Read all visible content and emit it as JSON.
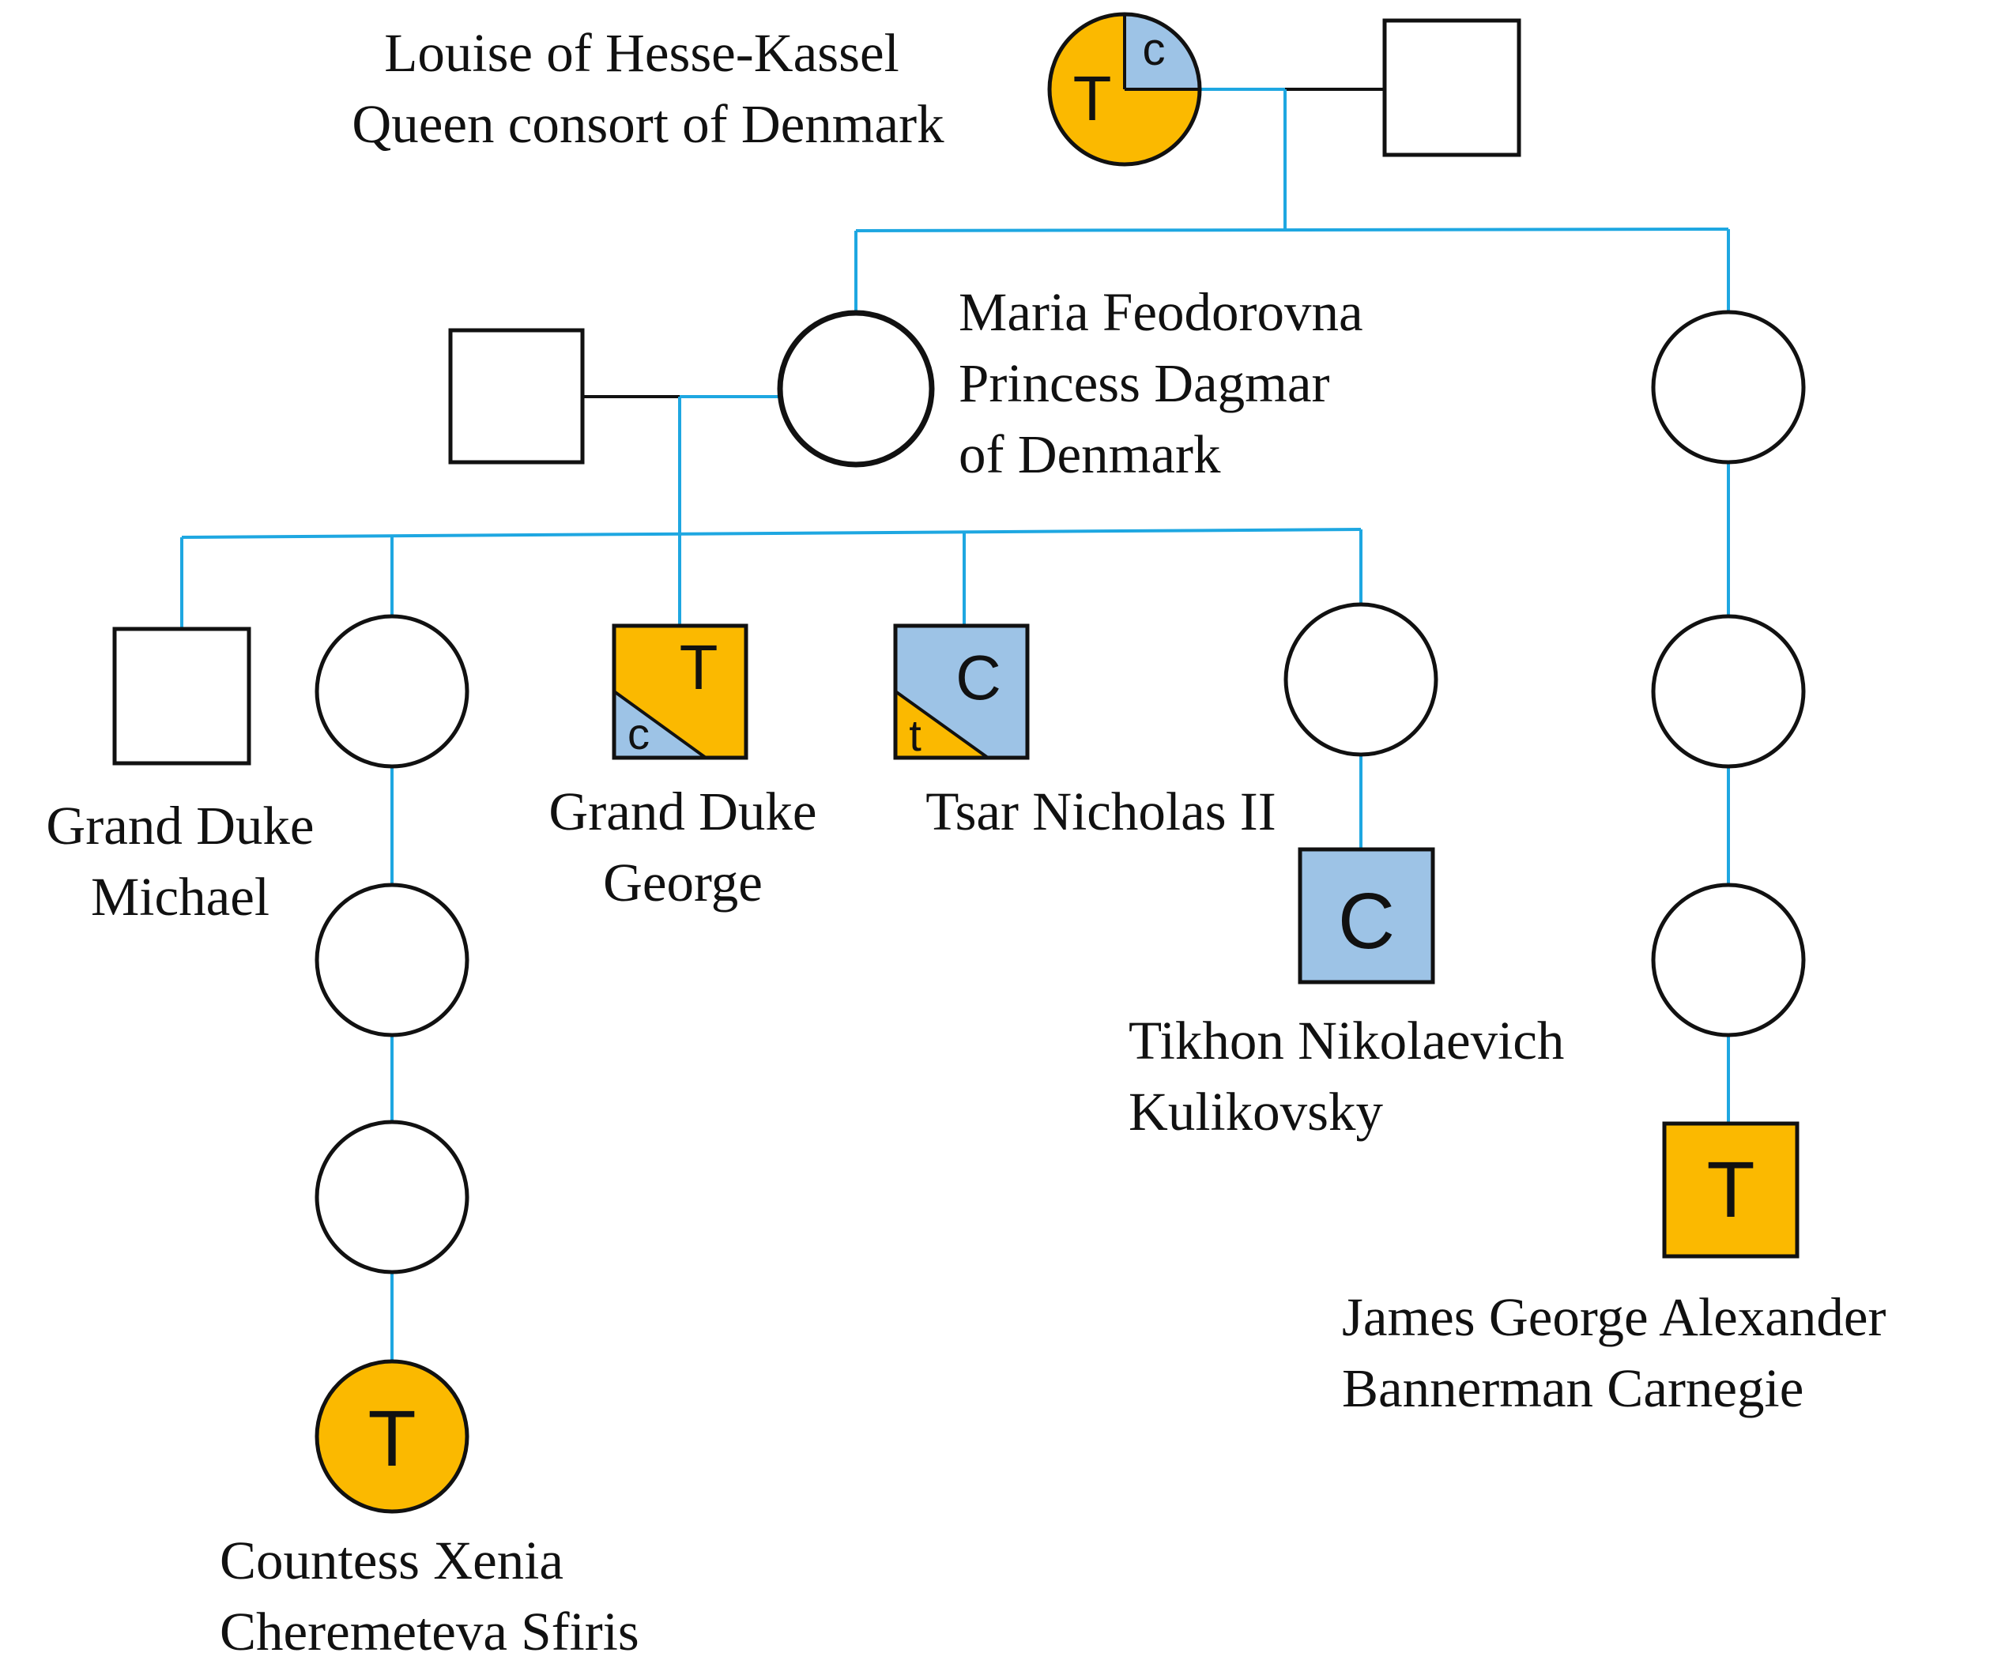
{
  "colors": {
    "orange": "#fbb900",
    "blue": "#9dc3e6",
    "line_blue": "#1ea7e1",
    "outline": "#111111",
    "background": "#ffffff"
  },
  "people": {
    "louise": {
      "line1": "Louise of Hesse-Kassel",
      "line2": "Queen consort of Denmark",
      "mark_T": "T",
      "mark_c": "c"
    },
    "maria": {
      "line1": "Maria Feodorovna",
      "line2": "Princess Dagmar",
      "line3": "of Denmark"
    },
    "michael": {
      "line1": "Grand Duke",
      "line2": "Michael"
    },
    "george": {
      "line1": "Grand Duke",
      "line2": "George",
      "mark_T": "T",
      "mark_c": "c"
    },
    "nicholas": {
      "line1": "Tsar Nicholas II",
      "mark_C": "C",
      "mark_t": "t"
    },
    "tikhon": {
      "line1": "Tikhon Nikolaevich",
      "line2": "Kulikovsky",
      "mark": "C"
    },
    "james": {
      "line1": "James George Alexander",
      "line2": "Bannerman Carnegie",
      "mark": "T"
    },
    "xenia": {
      "line1": "Countess Xenia",
      "line2": "Cheremeteva Sfiris",
      "mark": "T"
    }
  }
}
